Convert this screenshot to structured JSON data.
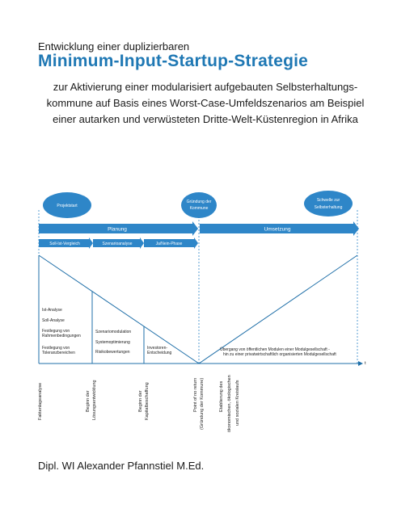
{
  "header": {
    "pre_title": "Entwicklung einer duplizierbaren",
    "title": "Minimum-Input-Startup-Strategie",
    "subtitle_lines": [
      "zur Aktivierung einer modularisiert aufgebauten Selbsterhaltungs-",
      "kommune auf Basis eines Worst-Case-Umfeldszenarios am Beispiel",
      "einer autarken und verwüsteten Dritte-Welt-Küstenregion in Afrika"
    ]
  },
  "diagram": {
    "milestones": [
      {
        "line1": "Projektstart",
        "line2": ""
      },
      {
        "line1": "Gründung der",
        "line2": "Kommune"
      },
      {
        "line1": "Schwelle zur",
        "line2": "Selbsterhaltung"
      }
    ],
    "phase_arrows": [
      "Planung",
      "Umsetzung"
    ],
    "sub_arrows": [
      "Soll-Ist-Vergleich",
      "Szenarioanalyse",
      "Ja/Nein-Phase"
    ],
    "box1_items": [
      "Ist-Analyse",
      "Soll-Analyse",
      "Festlegung von",
      "Rahmenbedingungen",
      "Festlegung von",
      "Toleranzbereichen"
    ],
    "box2_items": [
      "Szenariomodulation",
      "Systemoptimierung",
      "Risikobewertungen"
    ],
    "box3_items": [
      "Investoren-",
      "Entscheidung"
    ],
    "right_note": [
      "Übergang von öffentlichen Modulen einer Modulgesellschaft -",
      "hin zu einer privatwirtschaftlich organisierten Modulgesellschaft"
    ],
    "axis_label": "t",
    "vertical_labels": [
      [
        "Faktenlageanalyse"
      ],
      [
        "Beginn der",
        "Lösungsentwicklung"
      ],
      [
        "Beginn der",
        "Kapitalbeschaffung"
      ],
      [
        "Point of no return",
        "(Gründung der Kommune)"
      ],
      [
        "Etablierung des",
        "ökonomischen, ökologischen",
        "und sozialen Kreislaufs"
      ]
    ],
    "colors": {
      "arrow": "#2e86c8",
      "circle": "#2e86c8",
      "line": "#1f6fa8"
    }
  },
  "footer": {
    "author": "Dipl. WI Alexander Pfannstiel M.Ed."
  }
}
